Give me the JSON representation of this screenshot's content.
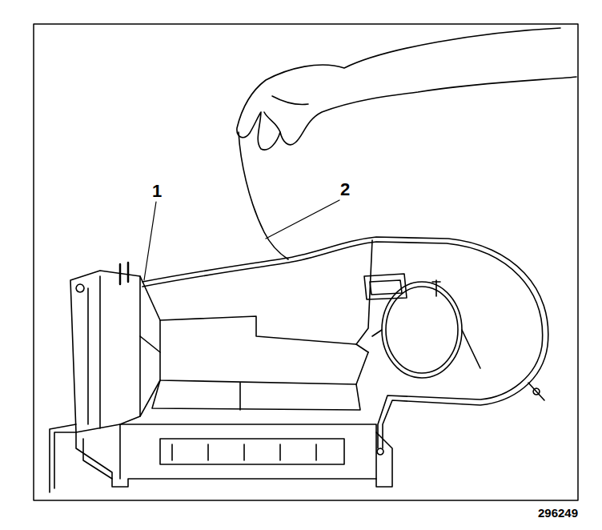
{
  "diagram": {
    "labels": [
      "1",
      "2",
      "296249"
    ]
  }
}
